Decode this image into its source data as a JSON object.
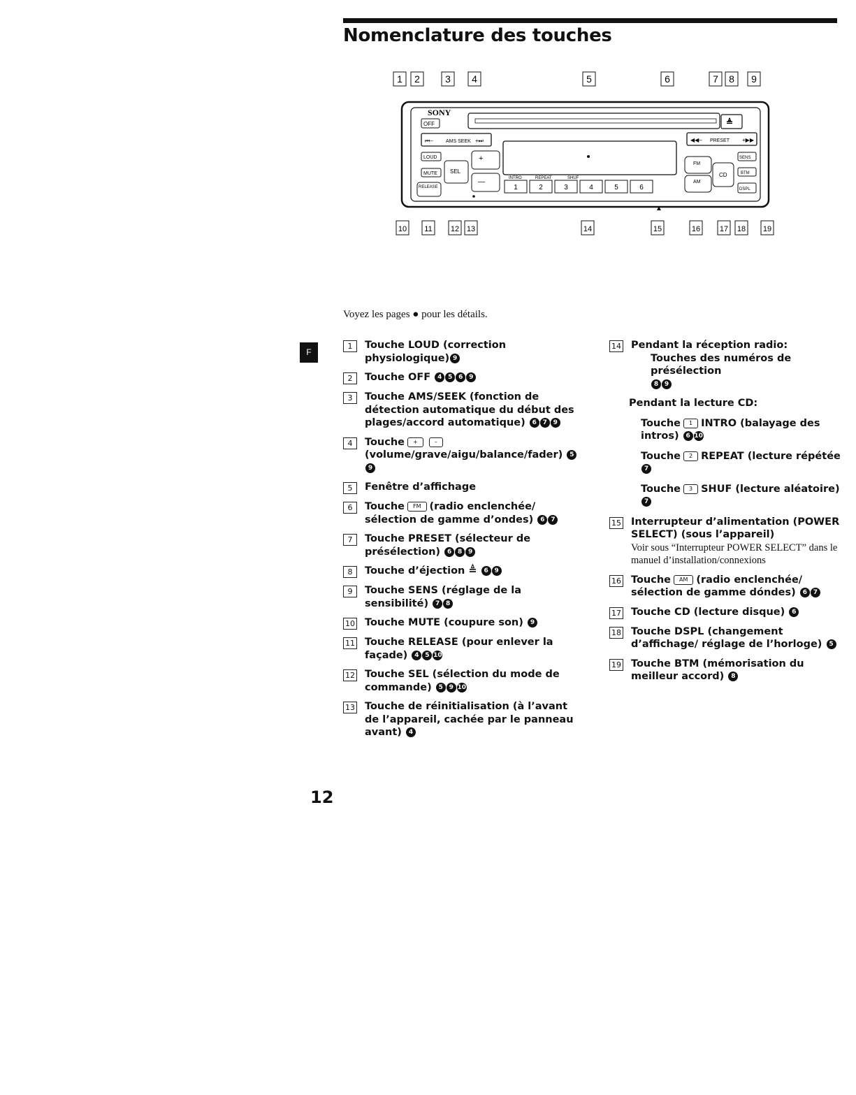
{
  "title": "Nomenclature des touches",
  "page_number": "12",
  "side_tab": "F",
  "intro": "Voyez les pages ● pour les détails.",
  "diagram": {
    "brand": "SONY",
    "callouts_top": [
      "1",
      "2",
      "3",
      "4",
      "5",
      "6",
      "7",
      "8",
      "9"
    ],
    "callouts_bottom": [
      "10",
      "11",
      "12",
      "13",
      "14",
      "15",
      "16",
      "17",
      "18",
      "19"
    ],
    "labels": {
      "off": "OFF",
      "ams_seek": "AMS SEEK",
      "loud": "LOUD",
      "mute": "MUTE",
      "release": "RELEASE",
      "sel": "SEL",
      "intro": "INTRO",
      "repeat": "REPEAT",
      "shuf": "SHUF",
      "preset": "PRESET",
      "fm": "FM",
      "am": "AM",
      "cd": "CD",
      "sens": "SENS",
      "btm": "BTM",
      "dspl": "DSPL",
      "plus": "+",
      "minus": "—"
    },
    "preset_keys": [
      "1",
      "2",
      "3",
      "4",
      "5",
      "6"
    ]
  },
  "left_items": [
    {
      "num": "1",
      "text": "Touche LOUD (correction physiologique)",
      "refs": [
        "9"
      ]
    },
    {
      "num": "2",
      "text": "Touche OFF",
      "refs": [
        "4",
        "5",
        "6",
        "9"
      ]
    },
    {
      "num": "3",
      "text": "Touche AMS/SEEK (fonction de détection automatique du début des plages/accord automatique)",
      "refs": [
        "6",
        "7",
        "9"
      ]
    },
    {
      "num": "4",
      "text_pre": "Touche",
      "text_post": "(volume/grave/aigu/balance/fader)",
      "refs": [
        "5",
        "9"
      ]
    },
    {
      "num": "5",
      "text": "Fenêtre d’affichage",
      "refs": []
    },
    {
      "num": "6",
      "text_pre": "Touche",
      "text_post": "(radio enclenchée/ sélection de gamme d’ondes)",
      "refs": [
        "6",
        "7"
      ]
    },
    {
      "num": "7",
      "text": "Touche PRESET (sélecteur de présélection)",
      "refs": [
        "6",
        "8",
        "9"
      ]
    },
    {
      "num": "8",
      "text": "Touche d’éjection ≜",
      "refs": [
        "6",
        "9"
      ]
    },
    {
      "num": "9",
      "text": "Touche SENS (réglage de la sensibilité)",
      "refs": [
        "7",
        "8"
      ]
    },
    {
      "num": "10",
      "text": "Touche MUTE (coupure son)",
      "refs": [
        "9"
      ]
    },
    {
      "num": "11",
      "text": "Touche RELEASE (pour enlever la façade)",
      "refs": [
        "4",
        "5",
        "10"
      ]
    },
    {
      "num": "12",
      "text": "Touche SEL (sélection du mode de commande)",
      "refs": [
        "5",
        "9",
        "10"
      ]
    },
    {
      "num": "13",
      "text": "Touche de réinitialisation (à l’avant de l’appareil, cachée par le panneau avant)",
      "refs": [
        "4"
      ]
    }
  ],
  "right_items": {
    "item14": {
      "num": "14",
      "radio_heading": "Pendant la réception radio:",
      "radio_text": "Touches des numéros de présélection",
      "radio_refs": [
        "8",
        "9"
      ],
      "cd_heading": "Pendant la lecture CD:",
      "cd_lines": [
        {
          "pre": "Touche",
          "key": "1",
          "keylabel": "INTRO",
          "post": "INTRO (balayage des intros)",
          "refs": [
            "6",
            "10"
          ]
        },
        {
          "pre": "Touche",
          "key": "2",
          "keylabel": "REPEAT",
          "post": "REPEAT (lecture répétée",
          "refs": [
            "7"
          ]
        },
        {
          "pre": "Touche",
          "key": "3",
          "keylabel": "SHUF",
          "post": "SHUF (lecture aléatoire)",
          "refs": [
            "7"
          ]
        }
      ]
    },
    "item15": {
      "num": "15",
      "text": "Interrupteur d’alimentation (POWER SELECT) (sous l’appareil)",
      "note": "Voir sous “Interrupteur POWER SELECT” dans le manuel d’installation/connexions"
    },
    "item16": {
      "num": "16",
      "text_pre": "Touche",
      "text_post": "(radio enclenchée/ sélection de gamme dóndes)",
      "refs": [
        "6",
        "7"
      ]
    },
    "item17": {
      "num": "17",
      "text": "Touche CD (lecture disque)",
      "refs": [
        "6"
      ]
    },
    "item18": {
      "num": "18",
      "text": "Touche DSPL (changement d’affichage/ réglage de l’horloge)",
      "refs": [
        "5"
      ]
    },
    "item19": {
      "num": "19",
      "text": "Touche BTM (mémorisation du meilleur accord)",
      "refs": [
        "8"
      ]
    }
  }
}
